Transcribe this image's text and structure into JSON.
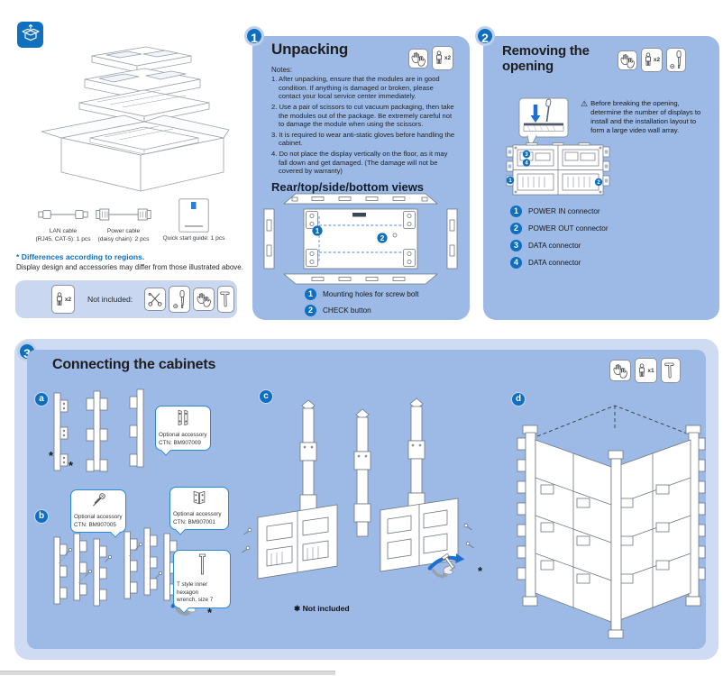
{
  "colors": {
    "panel_blue": "#9cbae5",
    "panel_blue_light": "#cfdbf2",
    "accent_blue": "#0e6fc1",
    "callout_border": "#2b8ad0"
  },
  "icons": {
    "unboxing-icon": "open box with up arrow",
    "gloves-icon": "anti-static gloves",
    "person-icon": "installer person",
    "scissors-icon": "scissors",
    "screwdriver-icon": "screwdriver",
    "t-wrench-icon": "T style hexagon wrench",
    "screw-icon": "screw bolt",
    "bracket-pair-icon": "straight connecting brackets",
    "corner-bracket-icon": "corner connecting brackets",
    "hex-wrench-icon": "inner hexagon wrench",
    "hand-wrench-icon": "hand tightening with wrench"
  },
  "unpack_figure": {
    "pack_items": [
      {
        "line1": "LAN cable",
        "line2": "(RJ45, CAT-5): 1 pcs"
      },
      {
        "line1": "Power cable",
        "line2": "(daisy chain): 2 pcs"
      },
      {
        "line1": "Quick start guide: 1 pcs",
        "line2": ""
      }
    ],
    "regions_title": "* Differences according to regions.",
    "regions_subtitle": "Display design and accessories may differ from those illustrated above.",
    "not_included_label": "Not included:",
    "person_count": "x2"
  },
  "section1": {
    "number": "1",
    "title": "Unpacking",
    "person_count": "x2",
    "notes_label": "Notes:",
    "notes": [
      "1. After unpacking, ensure that the modules are in good condition. If anything is damaged or broken, please contact your local service center immediately.",
      "2. Use a pair of scissors to cut vacuum packaging, then take the modules out of the package. Be extremely careful not to damage the module when using the scissors.",
      "3. It is required to wear anti-static gloves before handling the cabinet.",
      "4. Do not place the display vertically on the floor, as it may fall down and get damaged. (The damage will not be covered by warranty)"
    ],
    "views_title": "Rear/top/side/bottom views",
    "legend": [
      {
        "num": "1",
        "text": "Mounting holes for screw bolt"
      },
      {
        "num": "2",
        "text": "CHECK button"
      }
    ]
  },
  "section2": {
    "number": "2",
    "title_line1": "Removing the",
    "title_line2": "opening",
    "person_count": "x2",
    "warning_symbol": "⚠",
    "warning_text": "Before breaking the opening, determine the number of displays to install and the installation layout to form a large video wall array.",
    "legend": [
      {
        "num": "1",
        "text": "POWER IN connector"
      },
      {
        "num": "2",
        "text": "POWER OUT connector"
      },
      {
        "num": "3",
        "text": "DATA connector"
      },
      {
        "num": "4",
        "text": "DATA connector"
      }
    ]
  },
  "section3": {
    "number": "3",
    "title": "Connecting the cabinets",
    "person_count": "x1",
    "steps": [
      {
        "letter": "a"
      },
      {
        "letter": "b"
      },
      {
        "letter": "c"
      },
      {
        "letter": "d"
      }
    ],
    "callout_a": {
      "line1": "Optional accessory",
      "line2": "CTN: BM907009"
    },
    "callout_b1": {
      "line1": "Optional accessory",
      "line2": "CTN: BM907005"
    },
    "callout_b2": {
      "line1": "Optional accessory",
      "line2": "CTN: BM907001"
    },
    "callout_wrench": {
      "line1": "T style inner hexagon",
      "line2": "wrench, size 7"
    },
    "not_included": "✱ Not included",
    "asterisk": "*"
  }
}
